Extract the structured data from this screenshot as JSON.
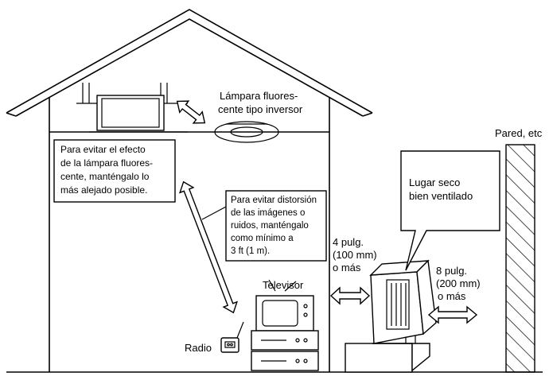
{
  "labels": {
    "lamp": [
      "Lámpara fluores-",
      "cente tipo inversor"
    ],
    "wall": "Pared, etc",
    "lamp_note": [
      "Para evitar el efecto",
      "de la lámpara fluores-",
      "cente, manténgalo lo",
      "más alejado posible."
    ],
    "tv_note": [
      "Para evitar distorsión",
      "de las imágenes o",
      "ruidos, manténgalo",
      "como mínimo a",
      "3 ft (1 m)."
    ],
    "dry_place": [
      "Lugar seco",
      "bien ventilado"
    ],
    "clearance_front": [
      "4 pulg.",
      "(100 mm)",
      "o más"
    ],
    "clearance_back": [
      "8 pulg.",
      "(200 mm)",
      "o más"
    ],
    "tv": "Televisor",
    "radio": "Radio"
  }
}
